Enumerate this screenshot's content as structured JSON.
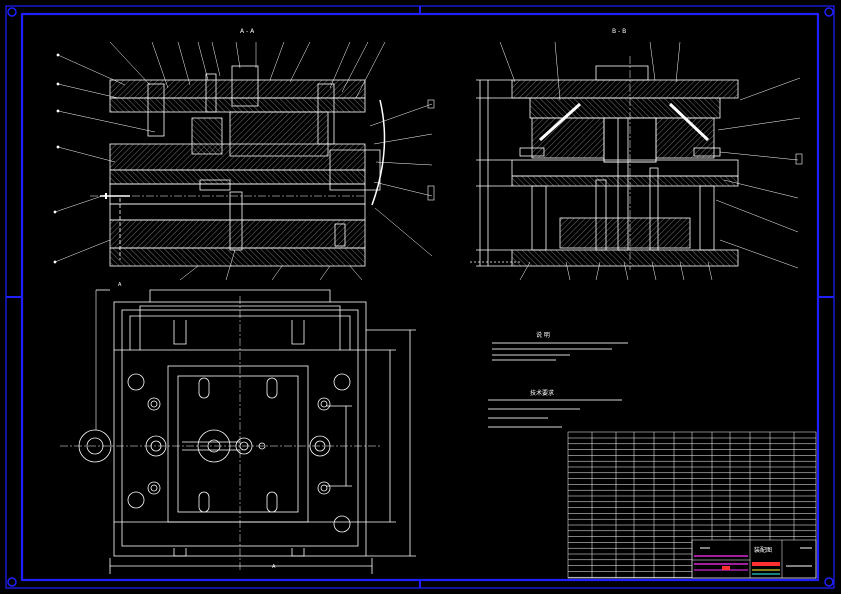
{
  "colors": {
    "background": "#000000",
    "border": "#1a1aff",
    "line": "#ffffff",
    "hatch": "#9a9a9a",
    "accent_red": "#ff3030",
    "accent_yellow": "#ffff40",
    "accent_magenta": "#ff30ff",
    "accent_cyan": "#30ffff"
  },
  "views": {
    "section_a": {
      "title": "A - A"
    },
    "section_b": {
      "title": "B - B"
    },
    "plan_view": {
      "section_mark_left": "A",
      "section_mark_bottom": "A"
    }
  },
  "notes": {
    "heading_1": "说 明",
    "heading_2": "技术要求"
  },
  "title_block": {
    "drawing_name": "装配图"
  }
}
